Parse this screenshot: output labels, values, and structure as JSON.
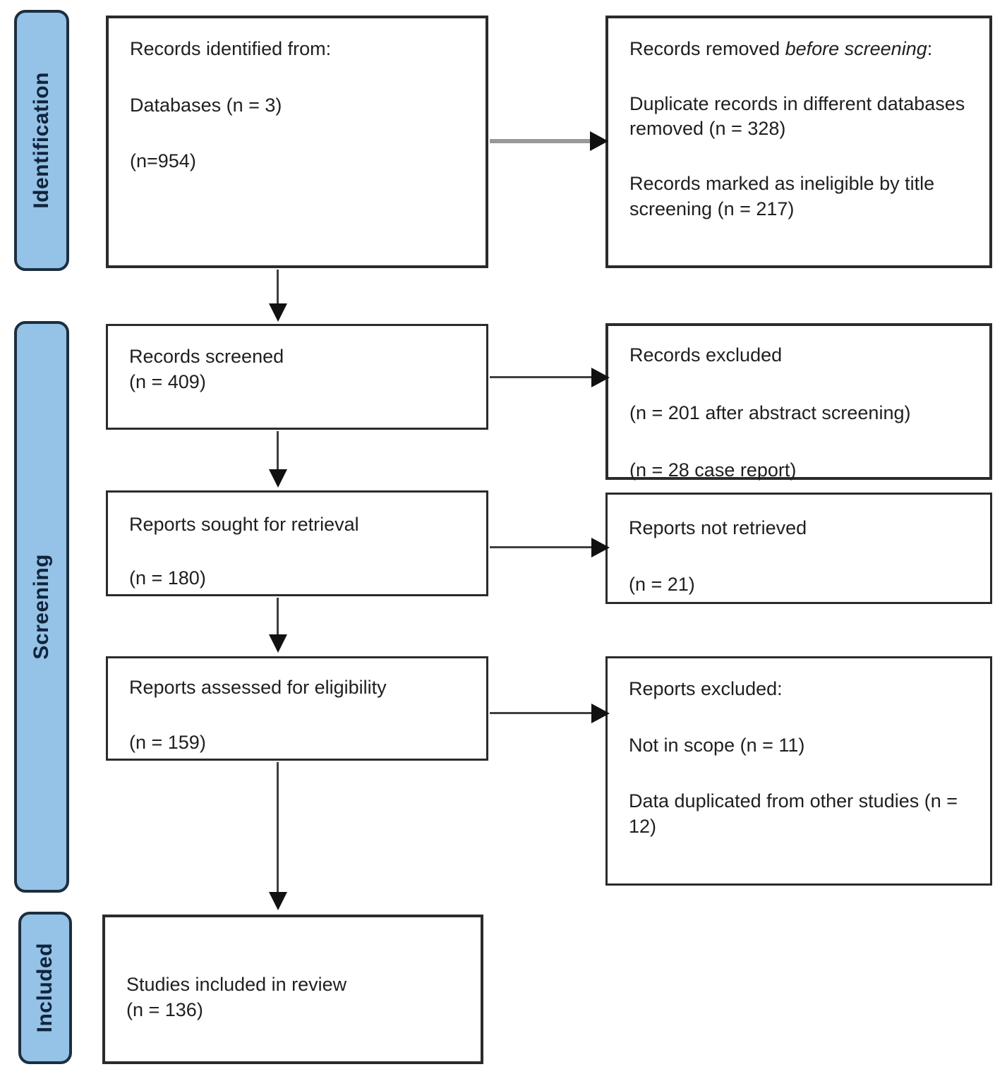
{
  "colors": {
    "stage_fill": "#95C2E7",
    "stage_border": "#1C2F3F",
    "stage_text": "#10243c",
    "box_border": "#2b2b2b",
    "box_text": "#1f1f1f",
    "arrow_gray": "#999999",
    "arrow_dark": "#3f3f3f",
    "arrowhead": "#111111"
  },
  "stages": {
    "identification": "Identification",
    "screening": "Screening",
    "included": "Included"
  },
  "boxes": {
    "identified": {
      "title": "Records identified from:",
      "item1": "Databases (n = 3)",
      "item2": "(n=954)"
    },
    "removed": {
      "title_prefix": "Records removed ",
      "title_italic": "before screening",
      "title_suffix": ":",
      "item1": "Duplicate records in different databases removed (n = 328)",
      "item2": "Records marked as ineligible by title screening (n = 217)"
    },
    "screened": {
      "line1": "Records screened",
      "line2": "(n = 409)"
    },
    "records_excluded": {
      "title": "Records excluded",
      "item1": "(n = 201 after abstract screening)",
      "item2": "(n = 28 case report)"
    },
    "sought": {
      "line1": "Reports sought for retrieval",
      "line2": "(n = 180)"
    },
    "not_retrieved": {
      "line1": "Reports not retrieved",
      "line2": "(n = 21)"
    },
    "assessed": {
      "line1": "Reports assessed for eligibility",
      "line2": "(n = 159)"
    },
    "reports_excluded": {
      "title": "Reports excluded:",
      "item1": "Not in scope (n = 11)",
      "item2": "Data duplicated from other studies (n = 12)"
    },
    "included_box": {
      "line1": "Studies included in review",
      "line2": "(n = 136)"
    }
  }
}
